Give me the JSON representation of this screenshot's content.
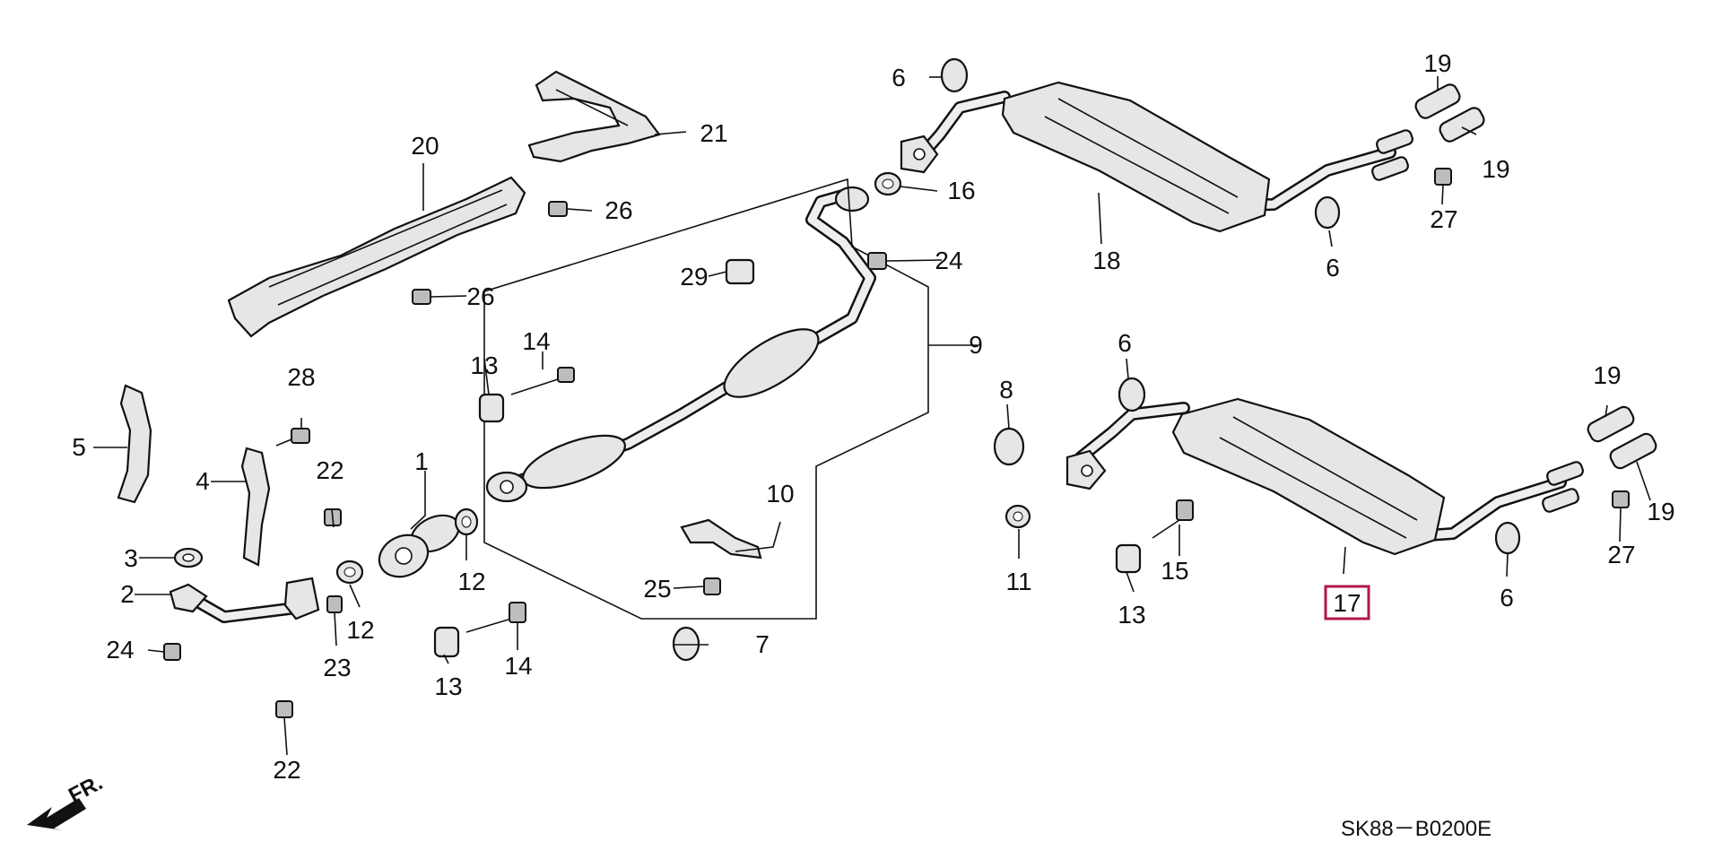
{
  "diagram": {
    "labels": {
      "p1": "1",
      "p2": "2",
      "p3": "3",
      "p4": "4",
      "p5": "5",
      "p6a": "6",
      "p6b": "6",
      "p6c": "6",
      "p6d": "6",
      "p7": "7",
      "p8": "8",
      "p9": "9",
      "p10": "10",
      "p11": "11",
      "p12a": "12",
      "p12b": "12",
      "p13a": "13",
      "p13b": "13",
      "p13c": "13",
      "p14a": "14",
      "p14b": "14",
      "p15": "15",
      "p16": "16",
      "p17": "17",
      "p18": "18",
      "p19a": "19",
      "p19b": "19",
      "p19c": "19",
      "p19d": "19",
      "p20": "20",
      "p21": "21",
      "p22a": "22",
      "p22b": "22",
      "p23": "23",
      "p24a": "24",
      "p24b": "24",
      "p25": "25",
      "p26a": "26",
      "p26b": "26",
      "p27a": "27",
      "p27b": "27",
      "p28": "28",
      "p29": "29"
    },
    "highlighted_part": "17",
    "highlight_color": "#b0174a",
    "front_indicator": "FR.",
    "diagram_code": "SK88－B0200E"
  }
}
